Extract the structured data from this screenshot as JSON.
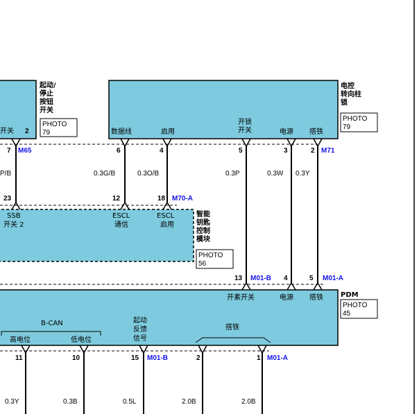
{
  "colors": {
    "module_fill": "#7ecbdf",
    "connector_label": "#1414e6",
    "wire": "#000000"
  },
  "top_left_module": {
    "name_lines": [
      "起动/",
      "停止",
      "按钮",
      "开关"
    ],
    "photo": [
      "PHOTO",
      "79"
    ],
    "pin_label": "开关",
    "pin_number": "2"
  },
  "escl_module": {
    "name_lines": [
      "电控",
      "转向柱",
      "锁"
    ],
    "photo": [
      "PHOTO",
      "79"
    ],
    "pin_labels": {
      "data": "数据线",
      "enable": "启用",
      "unlock_switch": [
        "开锁",
        "开关"
      ],
      "power": "电源",
      "ground": "搭铁"
    }
  },
  "smart_key_module": {
    "name_lines": [
      "智能",
      "钥匙",
      "控制",
      "模块"
    ],
    "photo": [
      "PHOTO",
      "56"
    ],
    "pin_labels": {
      "ssb": [
        "SSB",
        "开关 2"
      ],
      "escl_comm": [
        "ESCL",
        "通信"
      ],
      "escl_enable": [
        "ESCL",
        "启用"
      ]
    }
  },
  "pdm_module": {
    "name": "PDM",
    "photo": [
      "PHOTO",
      "45"
    ],
    "pin_labels": {
      "unlock_switch": "开素开关",
      "power": "电源",
      "ground": "搭铁",
      "bcan": "B-CAN",
      "can_high": "高电位",
      "can_low": "低电位",
      "start_feedback": [
        "起动",
        "反馈",
        "信号"
      ],
      "ground_bottom": "搭铁"
    }
  },
  "connectors": {
    "m65": "M65",
    "m71": "M71",
    "m70a": "M70-A",
    "m01b_top": "M01-B",
    "m01a_top": "M01-A",
    "m01b_bottom": "M01-B",
    "m01a_bottom": "M01-A"
  },
  "pins": {
    "m65_pin": "7",
    "escl_data": "6",
    "escl_enable": "4",
    "escl_unlock": "5",
    "escl_power": "3",
    "escl_ground": "2",
    "smk_ssb": "23",
    "smk_comm": "12",
    "smk_enable": "18",
    "pdm_unlock": "13",
    "pdm_power": "4",
    "pdm_ground": "5",
    "pdm_b1": "11",
    "pdm_b2": "10",
    "pdm_b3": "15",
    "pdm_b4": "2",
    "pdm_b5": "1"
  },
  "wires": {
    "ssb": "P/B",
    "data": "0.3G/B",
    "enable": "0.3O/B",
    "unlock": "0.3P",
    "power": "0.3W",
    "ground": "0.3Y",
    "b1": "0.3Y",
    "b2": "0.3B",
    "b3": "0.5L",
    "b4": "2.0B",
    "b5": "2.0B"
  }
}
